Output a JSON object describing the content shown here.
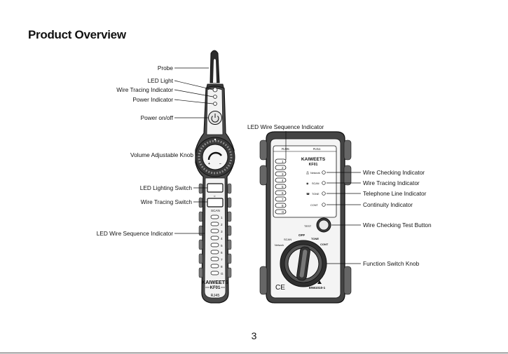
{
  "page": {
    "title": "Product Overview",
    "page_number": "3"
  },
  "probe_labels": {
    "probe": "Probe",
    "led_light": "LED Light",
    "wire_tracing_indicator": "Wire Tracing Indicator",
    "power_indicator": "Power Indicator",
    "power_onoff": "Power on/off",
    "volume_knob": "Volume Adjustable Knob",
    "led_lighting_switch": "LED Lighting Switch",
    "wire_tracing_switch": "Wire Tracing Switch",
    "led_sequence": "LED Wire Sequence Indicator"
  },
  "receiver_labels": {
    "led_sequence": "LED Wire Sequence Indicator",
    "wire_checking_indicator": "Wire Checking Indicator",
    "wire_tracing_indicator": "Wire Tracing Indicator",
    "telephone_line_indicator": "Telephone Line Indicator",
    "continuity_indicator": "Continuity Indicator",
    "wire_checking_test_button": "Wire Checking Test Button",
    "function_switch_knob": "Function Switch Knob"
  },
  "probe_device": {
    "plus": "+",
    "minus": "−",
    "scan": "SCAN",
    "led_numbers": [
      "1",
      "2",
      "3",
      "4",
      "5",
      "6",
      "7",
      "8",
      "G"
    ],
    "brand": "KAIWEETS",
    "model": "KF01",
    "port": "RJ45"
  },
  "receiver_device": {
    "port_rj45": "RJ45",
    "port_rj11": "RJ11",
    "led_numbers": [
      "1",
      "2",
      "3",
      "4",
      "5",
      "6",
      "7",
      "8",
      "G"
    ],
    "brand": "KAIWEETS",
    "model": "KF01",
    "indicators": [
      "Network",
      "SCAN",
      "TONE",
      "CONT"
    ],
    "test_label": "TEST",
    "dial_scan": "SCAN",
    "dial_off": "OFF",
    "dial_tone": "TONE",
    "dial_cont": "CONT",
    "dial_network": "Network",
    "ce_mark": "CE",
    "standard": "EN61010-1"
  }
}
